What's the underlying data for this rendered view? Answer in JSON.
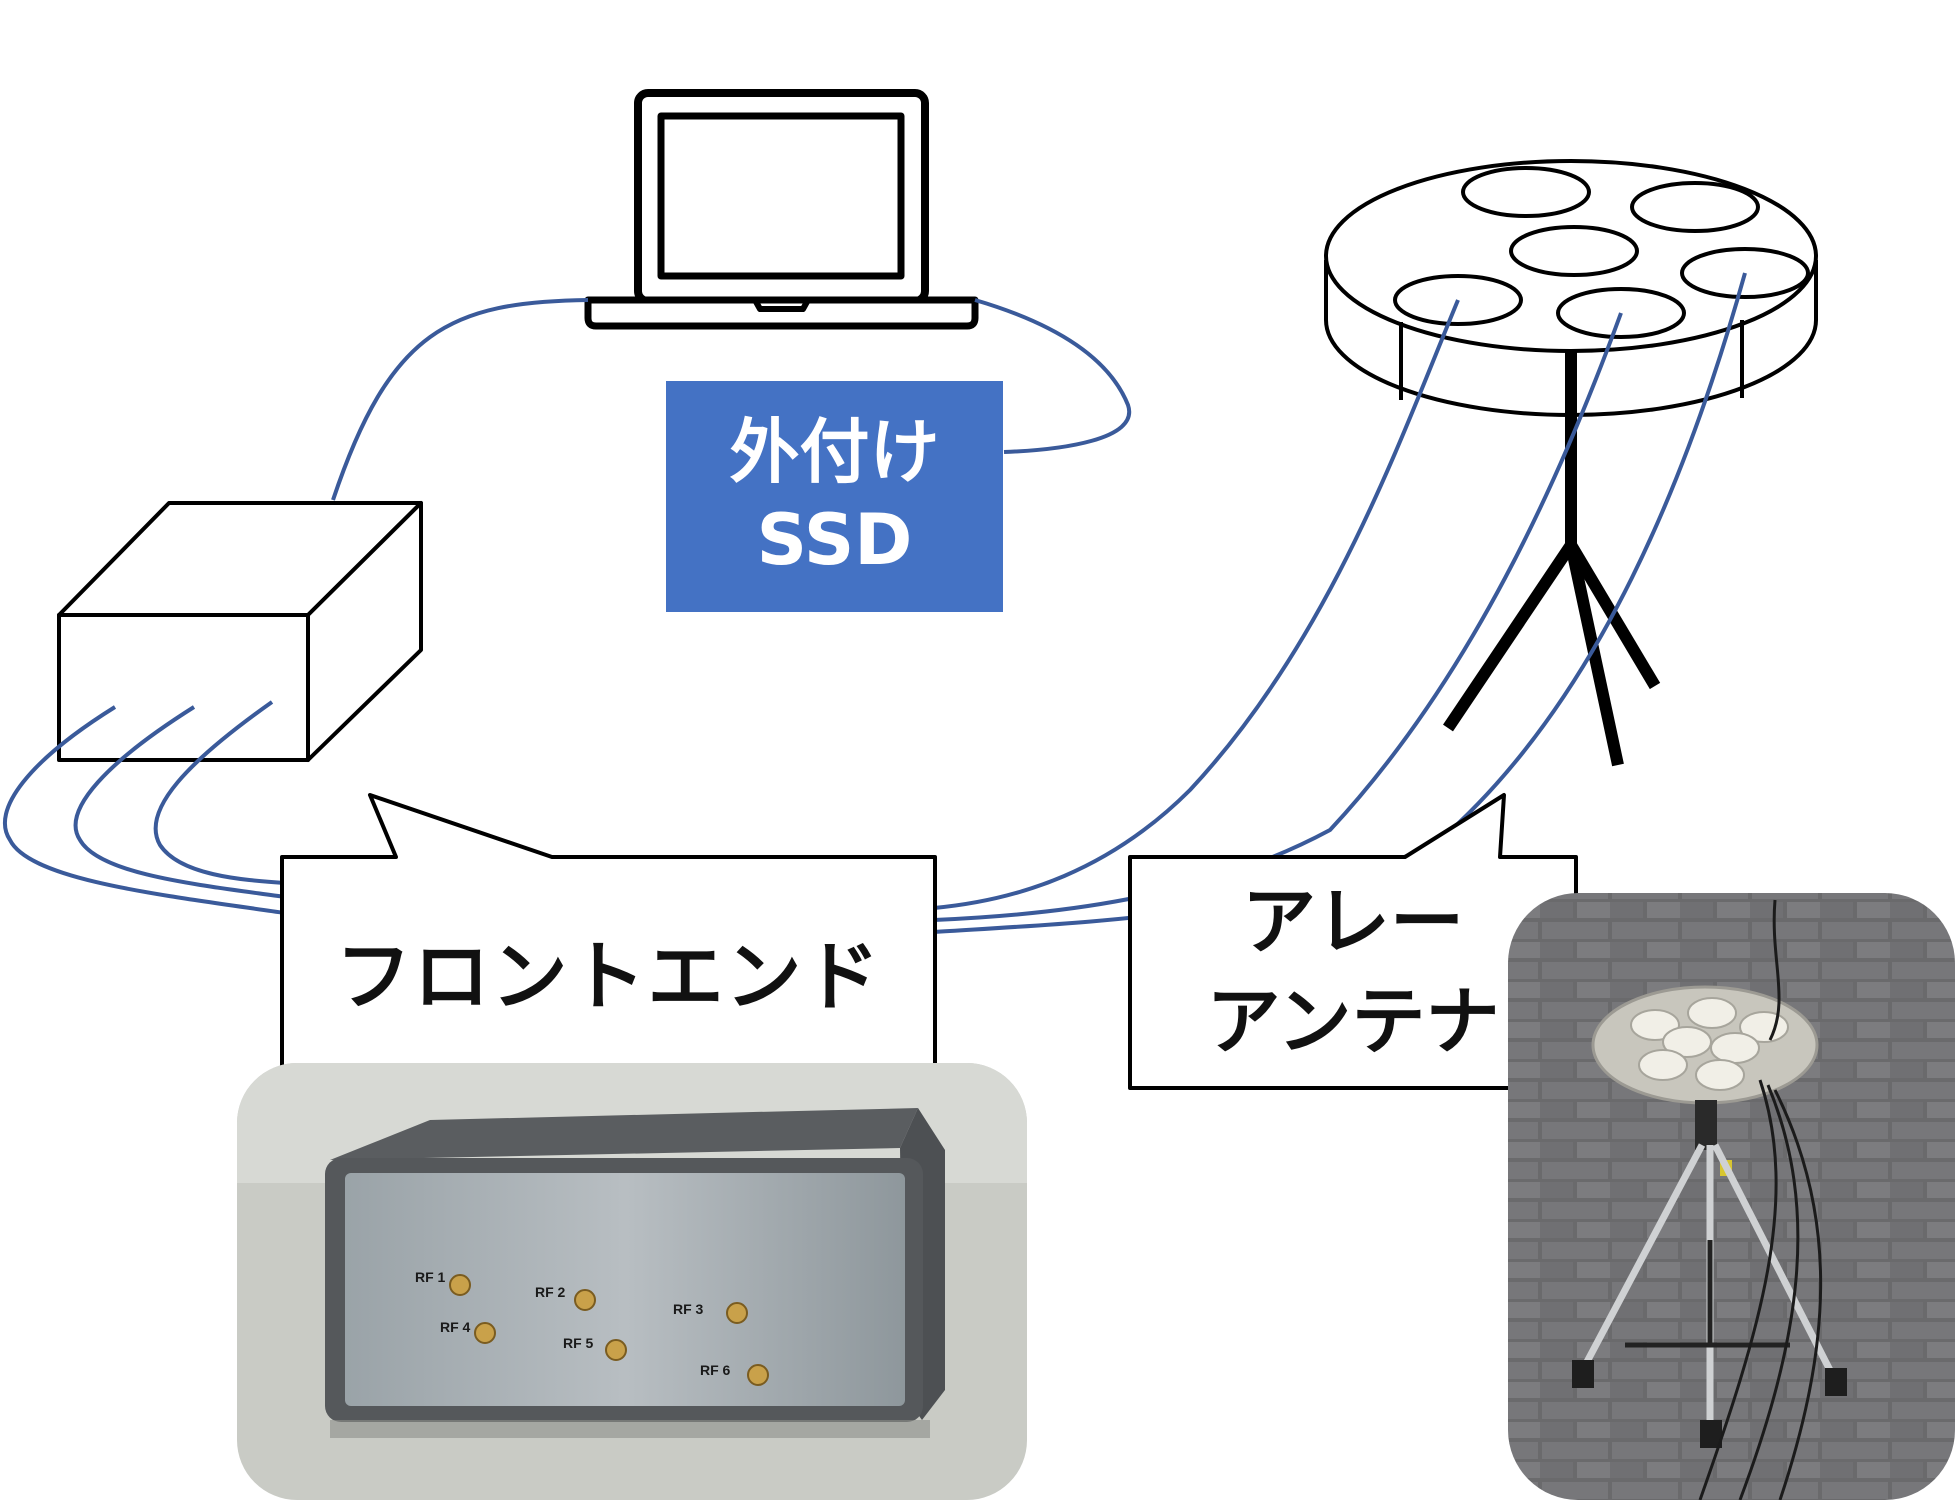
{
  "ssd": {
    "line1": "外付け",
    "line2": "SSD"
  },
  "frontend_callout": {
    "label": "フロントエンド"
  },
  "antenna_callout": {
    "line1": "アレー",
    "line2": "アンテナ"
  },
  "frontend_photo": {
    "ports": [
      "RF 1",
      "RF 2",
      "RF 3",
      "RF 4",
      "RF 5",
      "RF 6"
    ]
  },
  "colors": {
    "cable": "#3a5a9a",
    "ssd_fill": "#4472c4",
    "outline": "#000000",
    "photo_bg": "#c9cbc5",
    "pavement": "#6c6c6e"
  }
}
